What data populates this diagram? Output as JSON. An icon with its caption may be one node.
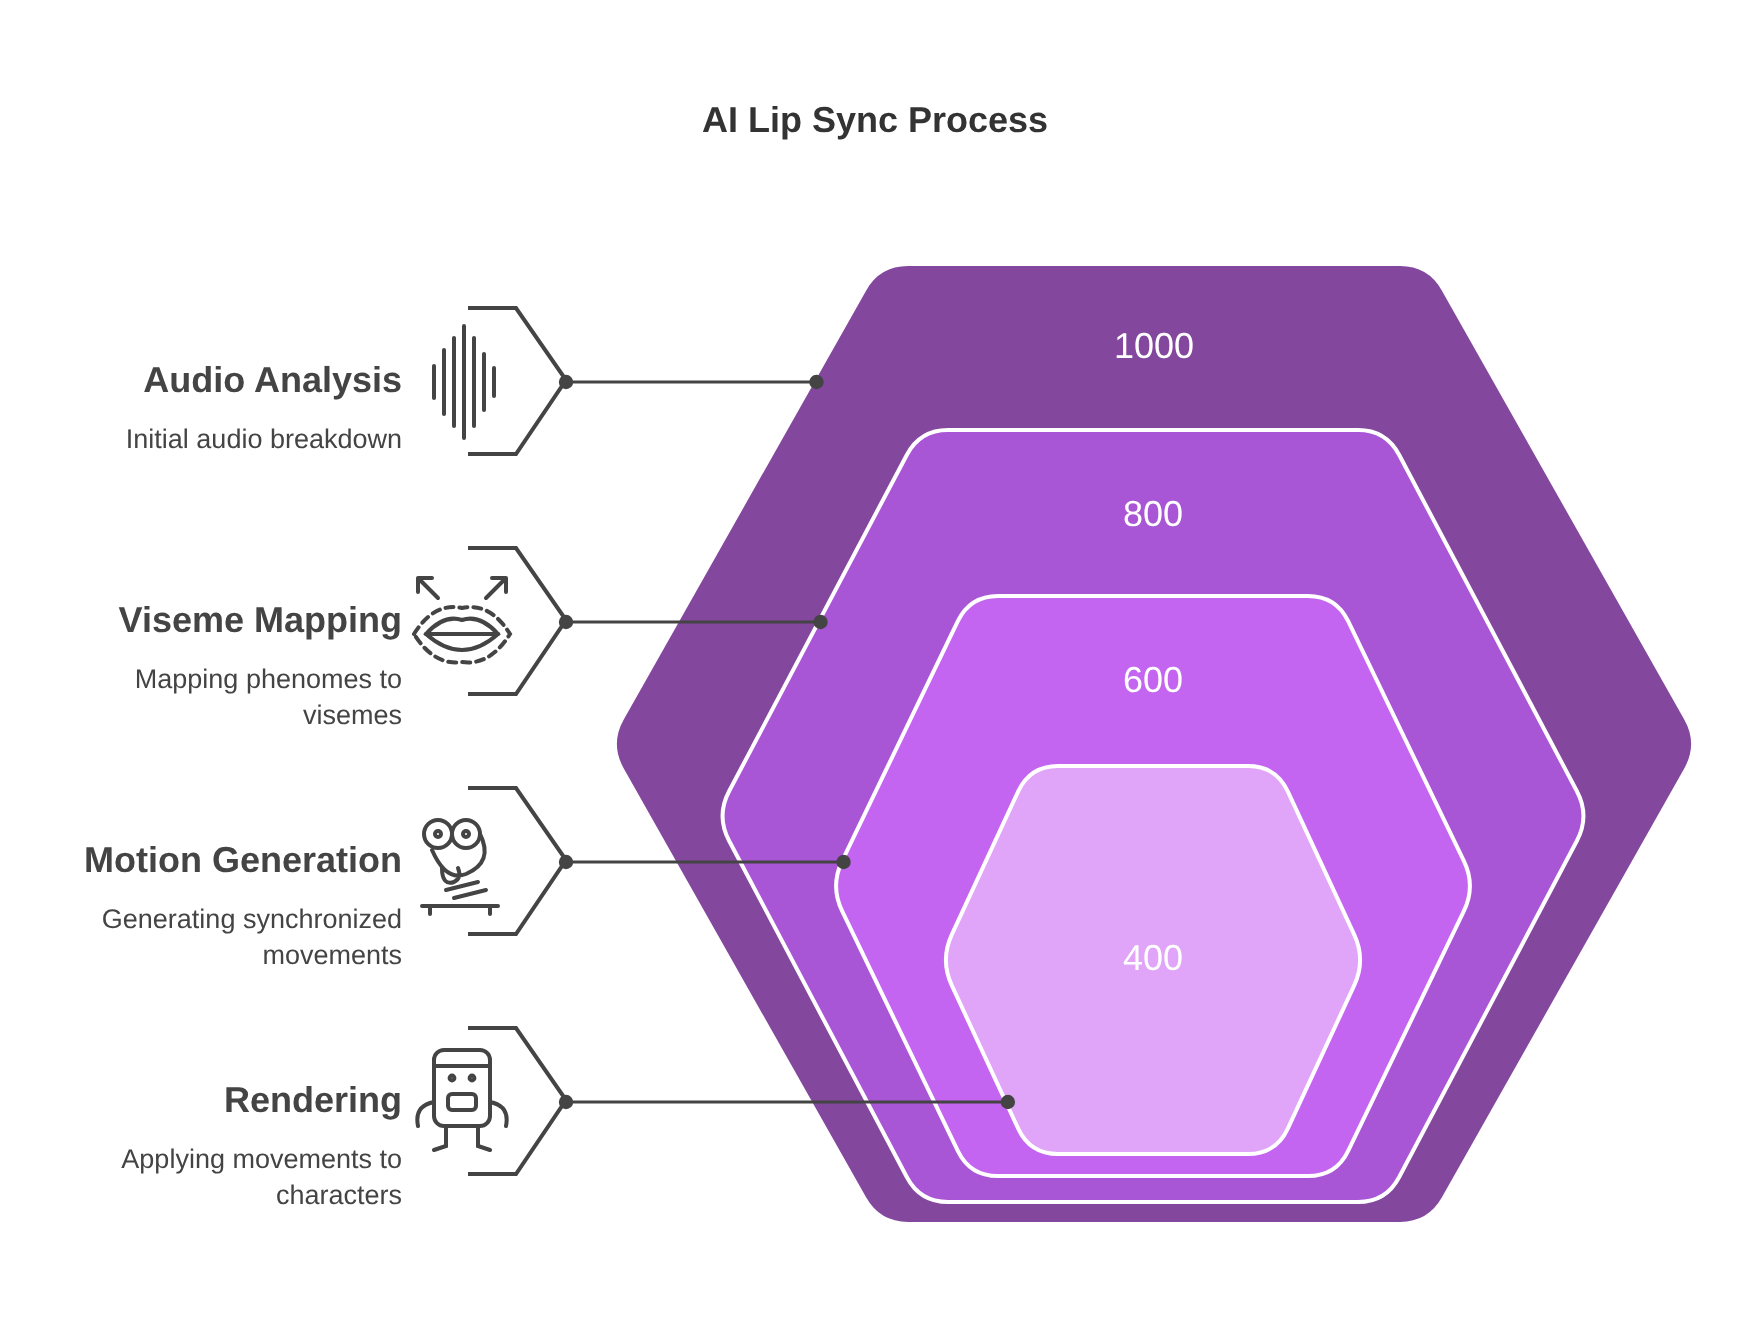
{
  "diagram": {
    "title": "AI Lip Sync Process",
    "nodes": [
      {
        "text": [
          "1000"
        ]
      },
      {
        "text": [
          "800"
        ],
        "in": 0
      },
      {
        "text": [
          "600"
        ],
        "in": 1
      },
      {
        "text": [
          "400"
        ],
        "in": 2
      },
      {
        "text": [
          "Audio Analysis",
          "Initial audio breakdown"
        ]
      },
      {
        "text": [
          "Viseme Mapping",
          "Mapping phenomes to visemes"
        ]
      },
      {
        "text": [
          "Motion Generation",
          "Generating synchronized movements"
        ]
      },
      {
        "text": [
          "Rendering",
          "Applying movements to characters"
        ]
      }
    ],
    "edges": [
      {
        "from": 4,
        "to": 0,
        "arrow": "other"
      },
      {
        "from": 5,
        "to": 1,
        "arrow": "other"
      },
      {
        "from": 6,
        "to": 2,
        "arrow": "other"
      },
      {
        "from": 7,
        "to": 3,
        "arrow": "other"
      }
    ]
  }
}
